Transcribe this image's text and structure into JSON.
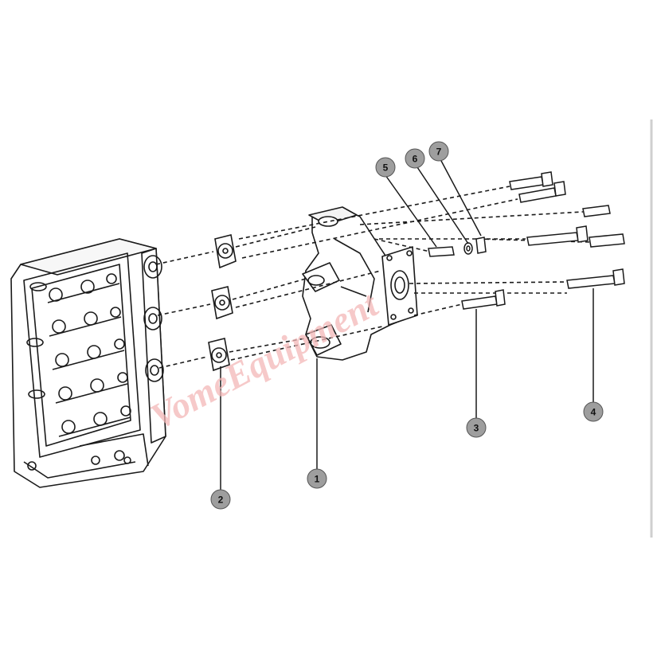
{
  "diagram": {
    "title": "",
    "callouts": [
      {
        "id": "callout-1",
        "label": "1"
      },
      {
        "id": "callout-2",
        "label": "2"
      },
      {
        "id": "callout-3",
        "label": "3"
      },
      {
        "id": "callout-4",
        "label": "4"
      },
      {
        "id": "callout-5",
        "label": "5"
      },
      {
        "id": "callout-6",
        "label": "6"
      },
      {
        "id": "callout-7",
        "label": "7"
      }
    ],
    "watermark": "VomeEquipment"
  },
  "colors": {
    "line": "#1a1a1a",
    "callout_fill": "#9e9e9e",
    "watermark": "#f3b8b8",
    "background": "#ffffff"
  }
}
